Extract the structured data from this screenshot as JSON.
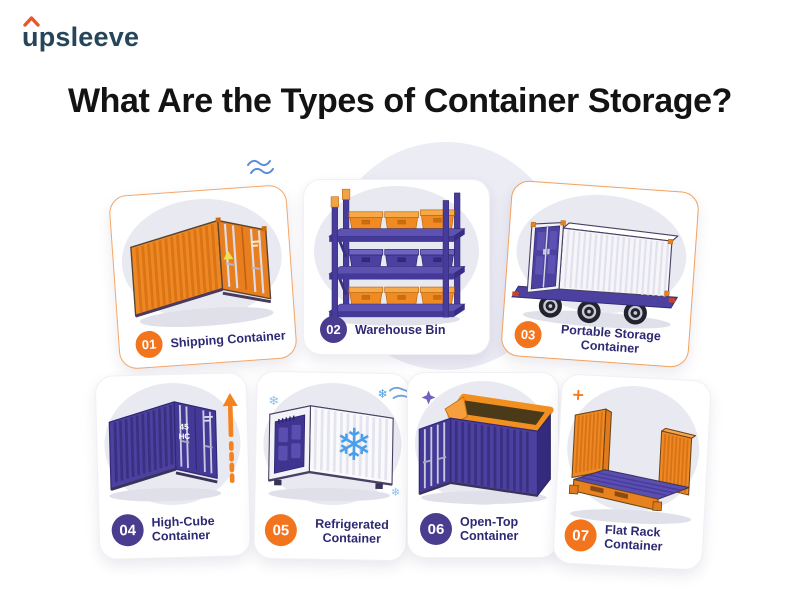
{
  "brand": {
    "name": "upsleeve"
  },
  "title": "What Are the Types of Container Storage?",
  "cards": [
    {
      "number": "01",
      "label": "Shipping Container",
      "badge_color": "#F2741D"
    },
    {
      "number": "02",
      "label": "Warehouse Bin",
      "badge_color": "#4A3D90"
    },
    {
      "number": "03",
      "label": "Portable Storage Container",
      "badge_color": "#F2741D"
    },
    {
      "number": "04",
      "label": "High-Cube Container",
      "badge_color": "#4A3D90"
    },
    {
      "number": "05",
      "label": "Refrigerated Container",
      "badge_color": "#F2741D"
    },
    {
      "number": "06",
      "label": "Open-Top Container",
      "badge_color": "#4A3D90"
    },
    {
      "number": "07",
      "label": "Flat Rack Container",
      "badge_color": "#F2741D"
    }
  ],
  "markings": {
    "high_cube_size": "45",
    "high_cube_class": "HC"
  },
  "icons": [
    "snowflake-icon",
    "wind-swirl-icon",
    "squiggle-icon",
    "up-arrow-icon",
    "sparkle-icon"
  ],
  "colors": {
    "orange": "#F2791F",
    "purple": "#4C41A0",
    "navy_label": "#2D2973",
    "title_text": "#131313",
    "logo_navy": "#25455A",
    "logo_caret": "#E8572B",
    "snow_blue": "#4A9FE8",
    "card_blob": "#E9E9F2",
    "stage_blob": "#ECECF5"
  }
}
